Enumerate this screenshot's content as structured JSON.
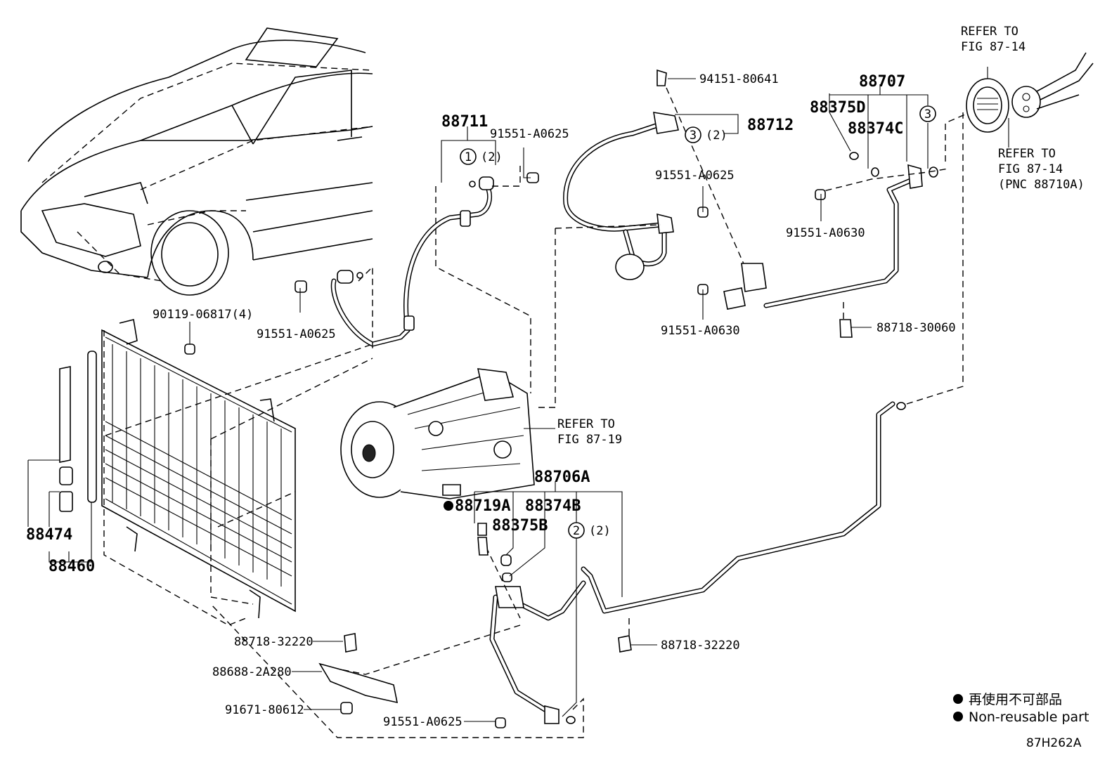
{
  "diagram_code": "87H262A",
  "legend": {
    "japanese": "再使用不可部品",
    "english": "Non-reusable part"
  },
  "refer_labels": {
    "top_right_1": [
      "REFER TO",
      "FIG 87-14"
    ],
    "top_right_2": [
      "REFER TO",
      "FIG 87-14",
      "(PNC 88710A)"
    ],
    "compressor": [
      "REFER TO",
      "FIG 87-19"
    ]
  },
  "callouts": {
    "c1": "1",
    "c1_qty": "(2)",
    "c2": "2",
    "c2_qty": "(2)",
    "c3_a": "3",
    "c3_qty": "(2)",
    "c3_b": "3"
  },
  "parts": {
    "p88711": "88711",
    "p91551_a0625_top": "91551-A0625",
    "p94151_80641": "94151-80641",
    "p88712": "88712",
    "p91551_a0625_mid": "91551-A0625",
    "p88707": "88707",
    "p88375d": "88375D",
    "p88374c": "88374C",
    "p91551_a0630_r": "91551-A0630",
    "p91551_a0630_m": "91551-A0630",
    "p88718_30060": "88718-30060",
    "p90119_06817": "90119-06817(4)",
    "p91551_a0625_left": "91551-A0625",
    "p88706a": "88706A",
    "p88719a": "88719A",
    "p88374b": "88374B",
    "p88375b": "88375B",
    "p88474": "88474",
    "p88460": "88460",
    "p88718_32220_l": "88718-32220",
    "p88718_32220_r": "88718-32220",
    "p88688_2a280": "88688-2A280",
    "p91671_80612": "91671-80612",
    "p91551_a0625_bot": "91551-A0625"
  }
}
